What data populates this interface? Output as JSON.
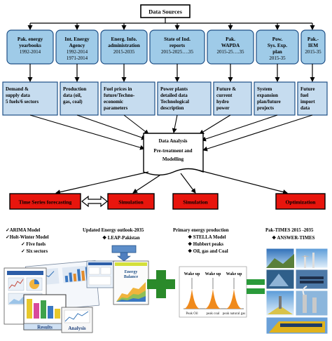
{
  "data_sources_label": "Data Sources",
  "sources": [
    {
      "title": [
        "Pak. energy",
        "yearbooks"
      ],
      "years": [
        "1992-2014"
      ]
    },
    {
      "title": [
        "Int. Energy",
        "Agency"
      ],
      "years": [
        "1992-2014",
        "1971-2014"
      ]
    },
    {
      "title": [
        "Energ. Info.",
        "administration"
      ],
      "years": [
        "2015-2035"
      ]
    },
    {
      "title": [
        "State of Ind.",
        "reports"
      ],
      "years": [
        "2015-2025….35"
      ]
    },
    {
      "title": [
        "Pak.",
        "WAPDA"
      ],
      "years": [
        "2015-25….35"
      ]
    },
    {
      "title": [
        "Pow.",
        "Sys. Exp.",
        "plan"
      ],
      "years": [
        "2015-35"
      ]
    },
    {
      "title": [
        "Pak.-",
        "IEM"
      ],
      "years": [
        "2015-35"
      ]
    }
  ],
  "data_items": [
    [
      "Demand &",
      "supply data",
      "5 fuels/6 sectors"
    ],
    [
      "Production",
      "data (oil,",
      "gas, coal)"
    ],
    [
      "Fuel prices in",
      "future/Techno-",
      "economic",
      "parameters"
    ],
    [
      "Power plants",
      "detailed data",
      "Technological",
      "description"
    ],
    [
      "Future &",
      "current",
      "hydro",
      "power"
    ],
    [
      "System",
      "expansion",
      "plan/future",
      "projects"
    ],
    [
      "Future",
      "fuel",
      "import",
      "data"
    ]
  ],
  "analysis": {
    "line1": "Data Analysis",
    "line2": "Pre-treatment and",
    "line3": "Modelling"
  },
  "methods": [
    {
      "label": "Time Series forecasting"
    },
    {
      "label": "Simulation"
    },
    {
      "label": "Simulation"
    },
    {
      "label": "Optimization"
    }
  ],
  "ts_bullets": [
    "✓ARIMA Model",
    "✓Holt-Winter Model",
    "✓ Five fuels",
    "✓ Six sectors"
  ],
  "sim1_text": {
    "line1": "Updated Energy outlook-2035",
    "line2": "❖  LEAP-Pakistan"
  },
  "sim2_text": {
    "line1": "Primary energy production",
    "bullets": [
      "❖  STELLA Model",
      "❖  Hubbert peaks",
      "❖  Oil, gas and Coal"
    ]
  },
  "opt_text": {
    "line1": "Pak-TIMES 2015 -2035",
    "line2": "❖  ANSWER-TIMES"
  },
  "results_label": "Results",
  "analysis_tab_label": "Analysis",
  "energy_balance_label": [
    "Energy",
    "Balance"
  ],
  "peak_labels": [
    "Wake up",
    "Wake up",
    "Wake up"
  ],
  "peak_sublabels": [
    "Peak Oil",
    "peak coal",
    "peak natural gas"
  ],
  "colors": {
    "source_fill": "#9fcbe8",
    "item_fill": "#c6dcef",
    "method_fill": "#e8150d",
    "plus": "#2a8a2a",
    "equals": "#2a9a3a",
    "peak_orange": "#f08a1c",
    "arrow_blue": "#4f7fbf"
  }
}
